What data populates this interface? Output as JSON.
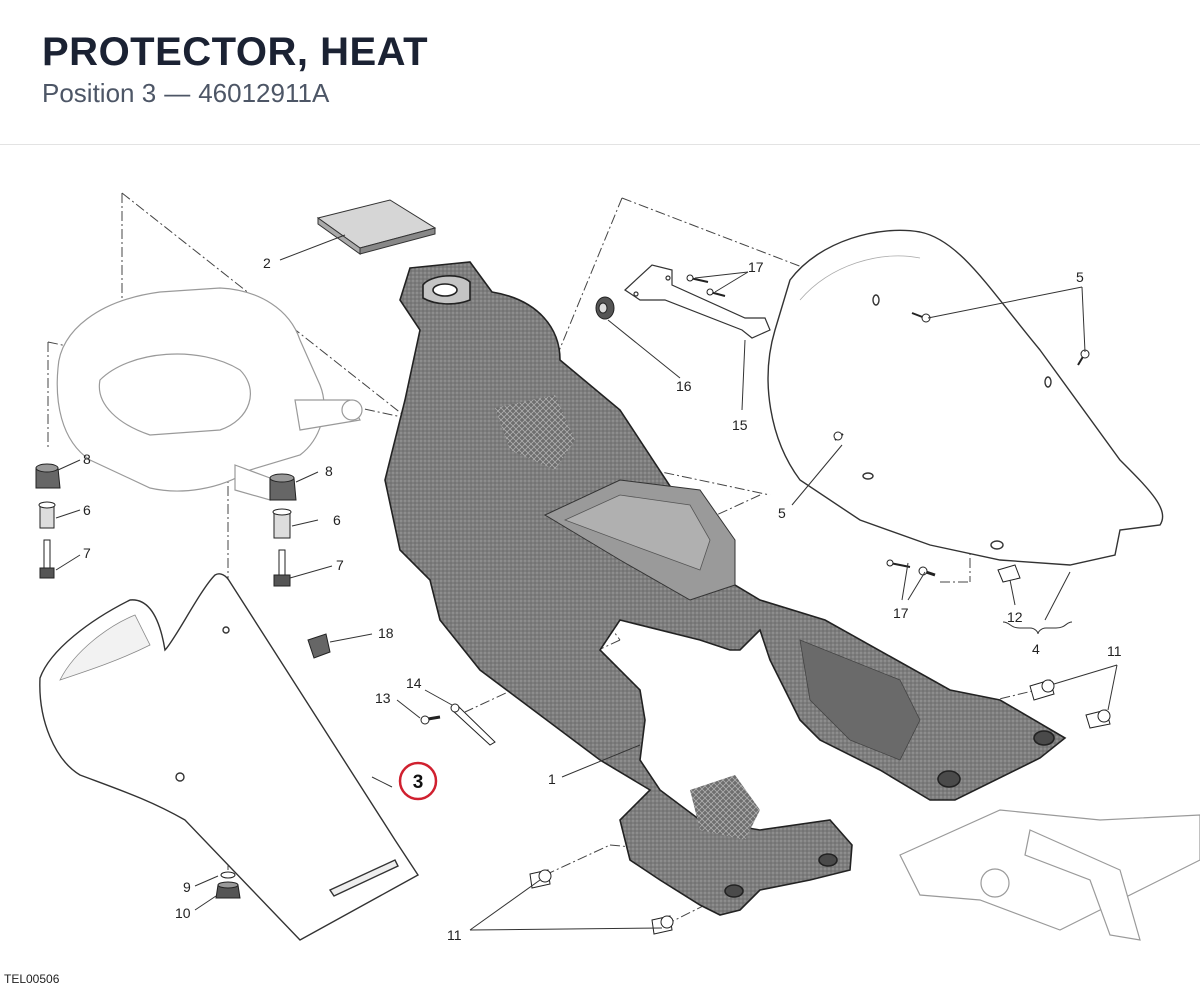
{
  "header": {
    "title": "PROTECTOR, HEAT",
    "position_label": "Position 3",
    "separator": "—",
    "part_number": "46012911A"
  },
  "diagram": {
    "callouts": [
      "1",
      "2",
      "3",
      "4",
      "5",
      "5",
      "6",
      "6",
      "7",
      "7",
      "8",
      "8",
      "9",
      "10",
      "11",
      "11",
      "12",
      "13",
      "14",
      "15",
      "16",
      "17",
      "17",
      "18"
    ],
    "highlighted_callout": "3",
    "highlight_color": "#d0202f",
    "part_fill_color": "#8a8a8a",
    "line_color": "#333333"
  },
  "footer": {
    "drawing_code": "TEL00506"
  }
}
